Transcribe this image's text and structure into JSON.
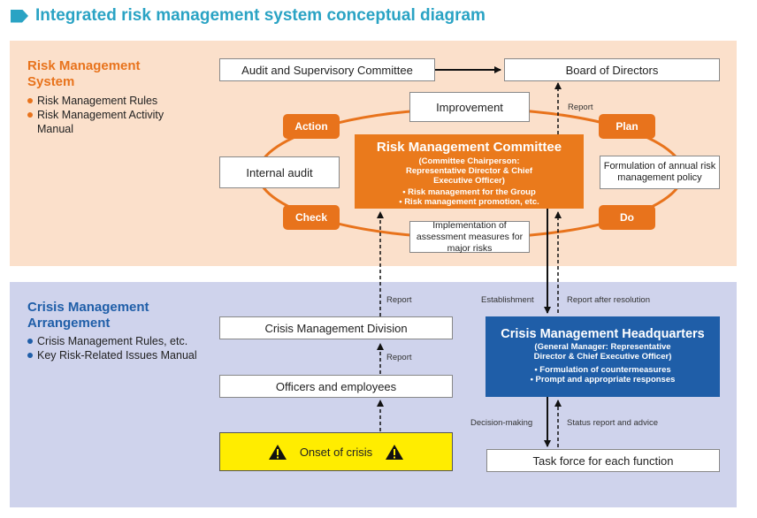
{
  "title": "Integrated risk management system conceptual diagram",
  "risk_system": {
    "title_line1": "Risk Management",
    "title_line2": "System",
    "items": [
      "Risk Management Rules",
      "Risk Management Activity Manual"
    ]
  },
  "crisis_arrangement": {
    "title_line1": "Crisis Management",
    "title_line2": "Arrangement",
    "items": [
      "Crisis Management Rules, etc.",
      "Key Risk-Related Issues Manual"
    ]
  },
  "boxes": {
    "audit_committee": "Audit and Supervisory Committee",
    "board": "Board of Directors",
    "improvement": "Improvement",
    "internal_audit": "Internal audit",
    "annual_policy": "Formulation of annual risk management policy",
    "implementation": "Implementation of assessment measures for major risks",
    "crisis_division": "Crisis Management Division",
    "officers": "Officers and employees",
    "onset": "Onset of crisis",
    "task_force": "Task force for each function"
  },
  "pdca": {
    "action": "Action",
    "plan": "Plan",
    "check": "Check",
    "do": "Do"
  },
  "rmc": {
    "title": "Risk Management Committee",
    "subtitle": "(Committee Chairperson: Representative Director & Chief Executive Officer)",
    "bullets": [
      "• Risk management for the Group",
      "• Risk management promotion, etc."
    ]
  },
  "cmh": {
    "title": "Crisis Management Headquarters",
    "subtitle": "(General Manager: Representative Director & Chief Executive Officer)",
    "bullets": [
      "• Formulation of countermeasures",
      "• Prompt and appropriate responses"
    ]
  },
  "labels": {
    "report_top": "Report",
    "report_mid": "Report",
    "report_low": "Report",
    "establishment": "Establishment",
    "report_after": "Report after resolution",
    "decision": "Decision-making",
    "status": "Status report and advice"
  },
  "colors": {
    "accent": "#2aa3c4",
    "orange": "#e8731c",
    "blue": "#1f5ea8",
    "yellow": "#ffed00"
  }
}
